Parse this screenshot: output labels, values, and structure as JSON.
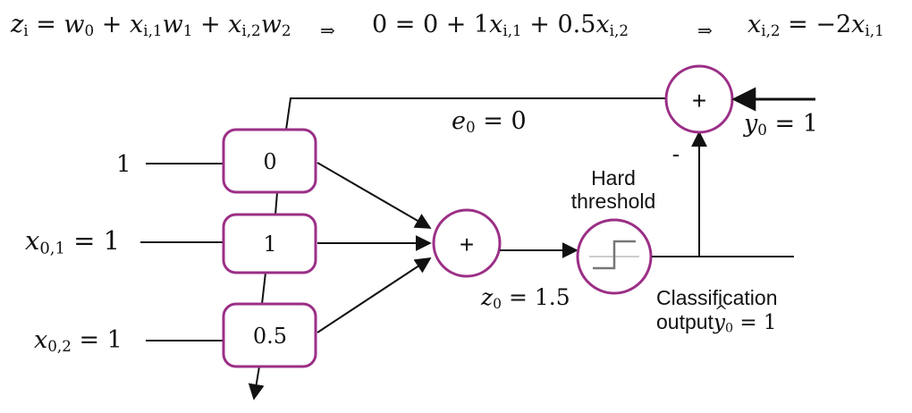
{
  "formula": {
    "part1": {
      "z": "z",
      "z_sub": "i",
      "eq": "=",
      "w0": "w",
      "w0_sub": "0",
      "plus1": "+",
      "x1": "x",
      "x1_sub": "i,1",
      "w1": "w",
      "w1_sub": "1",
      "plus2": "+",
      "x2": "x",
      "x2_sub": "i,2",
      "w2": "w",
      "w2_sub": "2"
    },
    "arrow1": "⇒",
    "part2": {
      "lhs": "0 = 0 + 1",
      "x1": "x",
      "x1_sub": "i,1",
      "mid": "+ 0.5",
      "x2": "x",
      "x2_sub": "i,2"
    },
    "arrow2": "⇒",
    "part3": {
      "x2": "x",
      "x2_sub": "i,2",
      "eq": "= −2",
      "x1": "x",
      "x1_sub": "i,1"
    }
  },
  "inputs": {
    "bias": "1",
    "x01": {
      "var": "x",
      "sub": "0,1",
      "rhs": "= 1"
    },
    "x02": {
      "var": "x",
      "sub": "0,2",
      "rhs": "= 1"
    }
  },
  "weights": [
    "0",
    "1",
    "0.5"
  ],
  "error": {
    "var": "e",
    "sub": "0",
    "rhs": "= 0"
  },
  "target": {
    "var": "y",
    "sub": "0",
    "rhs": "= 1"
  },
  "sum_symbol": "+",
  "error_sum_symbol": "+",
  "minus_sign": "-",
  "z_label": {
    "var": "z",
    "sub": "0",
    "rhs": "= 1.5"
  },
  "threshold_label": {
    "line1": "Hard",
    "line2": "threshold"
  },
  "output_label": {
    "line1": "Classification",
    "line2": "output",
    "var": "y",
    "sub": "0",
    "rhs": "= 1"
  },
  "colors": {
    "node_border": "#9b2f86",
    "line": "#111111",
    "threshold_glyph": "#777777"
  }
}
